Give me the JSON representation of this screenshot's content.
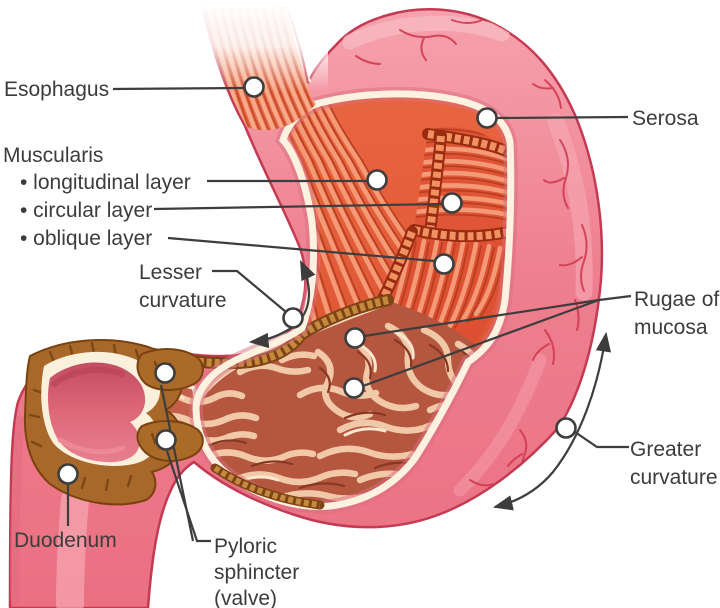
{
  "figure": {
    "name": "Stomach cutaway anatomy diagram",
    "background": "#ffffff"
  },
  "labels": {
    "esophagus": "Esophagus",
    "muscularis_title": "Muscularis",
    "muscularis_layers": [
      "• longitudinal layer",
      "• circular layer",
      "• oblique layer"
    ],
    "lesser_curvature": [
      "Lesser",
      "curvature"
    ],
    "serosa": "Serosa",
    "rugae_of_mucosa": [
      "Rugae of",
      "mucosa"
    ],
    "greater_curvature": [
      "Greater",
      "curvature"
    ],
    "duodenum": "Duodenum",
    "pyloric_sphincter": [
      "Pyloric",
      "sphincter",
      "(valve)"
    ]
  },
  "colors": {
    "wall_pink": "#ee7f8e",
    "wall_highlight": "#f8b9c2",
    "wall_edge": "#c43a52",
    "vessel_red": "#d23a50",
    "muscle_orange": "#e0593a",
    "muscle_stripe_light": "#f59a77",
    "muscle_stripe_dark": "#b03a1c",
    "mucosa_brown": "#b5563f",
    "fold_light": "#f2c9a8",
    "cream_rim": "#fdf2e0",
    "sphincter_brown": "#ab6b28",
    "cavity_pink": "#d85f74",
    "label_text": "#3c3c3c",
    "leader_line": "#3d3d3d"
  }
}
